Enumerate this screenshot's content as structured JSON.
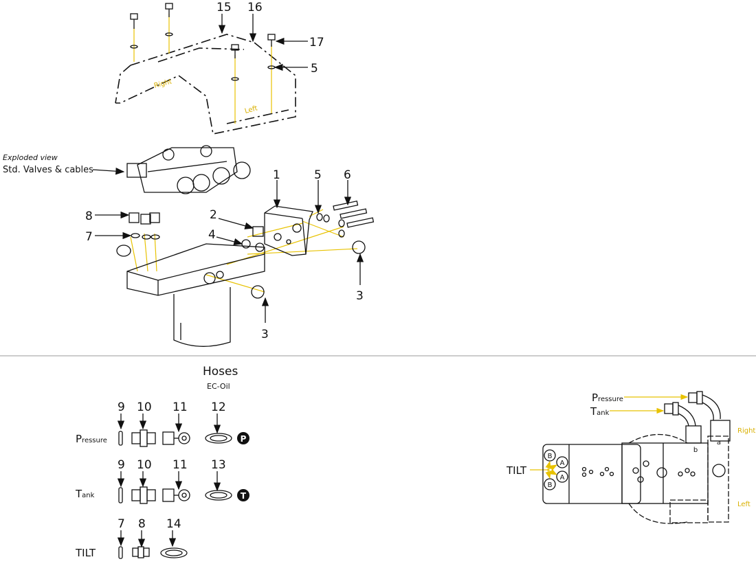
{
  "exploded": {
    "caption_italic": "Exploded view",
    "caption": "Std. Valves & cables",
    "cover_right": "Right",
    "cover_left": "Left",
    "callouts": {
      "n15": "15",
      "n16": "16",
      "n17": "17",
      "n5a": "5",
      "n1": "1",
      "n5b": "5",
      "n6": "6",
      "n2": "2",
      "n4": "4",
      "n8": "8",
      "n7": "7",
      "n3a": "3",
      "n3b": "3"
    }
  },
  "hoses": {
    "title": "Hoses",
    "subtitle": "EC-Oil",
    "rows": [
      {
        "label_big": "P",
        "label_small": "ressure",
        "parts": [
          "9",
          "10",
          "11",
          "12"
        ],
        "badge": "P"
      },
      {
        "label_big": "T",
        "label_small": "ank",
        "parts": [
          "9",
          "10",
          "11",
          "13"
        ],
        "badge": "T"
      },
      {
        "label": "TILT",
        "parts": [
          "7",
          "8",
          "14"
        ]
      }
    ]
  },
  "top_view": {
    "pressure_big": "P",
    "pressure_small": "ressure",
    "tank_big": "T",
    "tank_small": "ank",
    "tilt": "TILT",
    "right": "Right",
    "left": "Left",
    "port_a": "a",
    "port_b": "b",
    "ports": [
      "B",
      "A",
      "A",
      "B"
    ]
  },
  "colors": {
    "accent": "#e8c200",
    "line": "#111111",
    "divider": "#999999"
  }
}
